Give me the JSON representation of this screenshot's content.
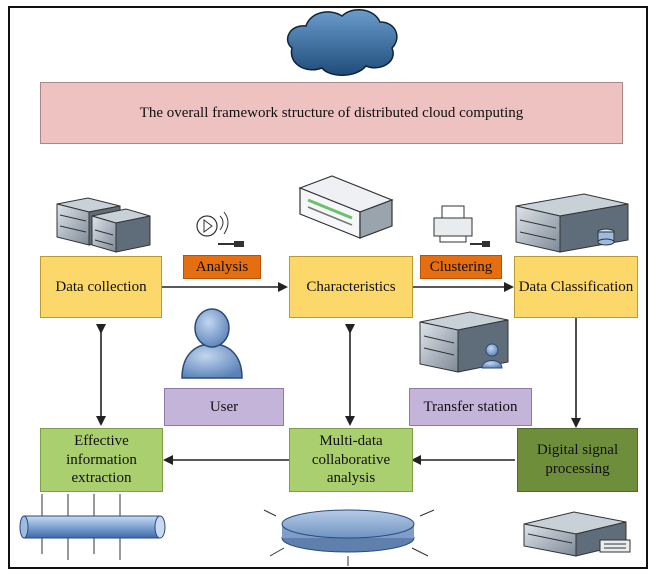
{
  "diagram": {
    "title": "The overall framework structure of distributed cloud computing",
    "nodes": {
      "data_collection": "Data collection",
      "characteristics": "Characteristics",
      "data_classification": "Data Classification",
      "effective_information_extraction": "Effective information extraction",
      "multi_data_collaborative_analysis": "Multi-data collaborative analysis",
      "digital_signal_processing": "Digital signal processing"
    },
    "labels": {
      "analysis": "Analysis",
      "clustering": "Clustering",
      "user": "User",
      "transfer_station": "Transfer station"
    },
    "icons": [
      "cloud-icon",
      "server-rack-icon",
      "router-icon",
      "speaker-icon",
      "printer-icon",
      "database-server-icon",
      "user-icon",
      "user-server-icon",
      "pipe-icon",
      "disk-icon",
      "network-card-server-icon"
    ],
    "colors": {
      "title_fill": "#efc2c2",
      "yellow_fill": "#fcd86a",
      "green_fill": "#a9cf6e",
      "dark_green_fill": "#6e8e3b",
      "orange_label": "#e46e10",
      "purple_label": "#c5b4da"
    }
  }
}
